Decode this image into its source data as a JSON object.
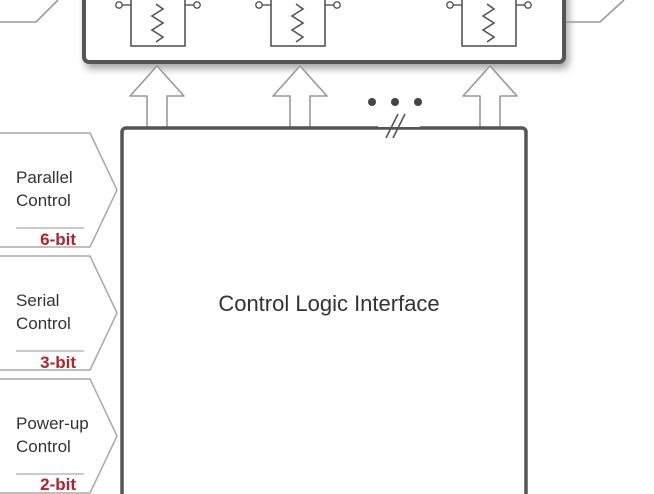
{
  "main_block": {
    "title": "Control Logic Interface"
  },
  "inputs": [
    {
      "line1": "Parallel",
      "line2": "Control",
      "bits": "6-bit"
    },
    {
      "line1": "Serial",
      "line2": "Control",
      "bits": "3-bit"
    },
    {
      "line1": "Power-up",
      "line2": "Control",
      "bits": "2-bit"
    }
  ],
  "colors": {
    "outline": "#555555",
    "text": "#333333",
    "bits_text": "#b0232a",
    "shadow": "#d8d8d8"
  }
}
